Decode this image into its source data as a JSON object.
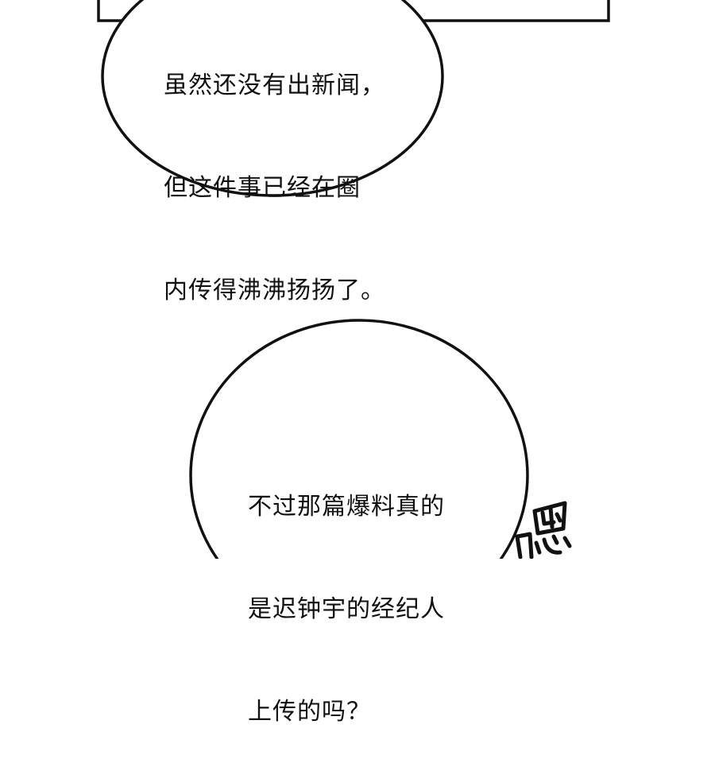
{
  "speech_bubbles": [
    {
      "lines": [
        "虽然还没有出新闻，",
        "但这件事已经在圈",
        "内传得沸沸扬扬了。"
      ]
    },
    {
      "lines": [
        "不过那篇爆料真的",
        "是迟钟宇的经纪人",
        "上传的吗？"
      ]
    }
  ],
  "sound_effect": "嗯",
  "colors": {
    "background": "#ffffff",
    "ink": "#111111"
  }
}
